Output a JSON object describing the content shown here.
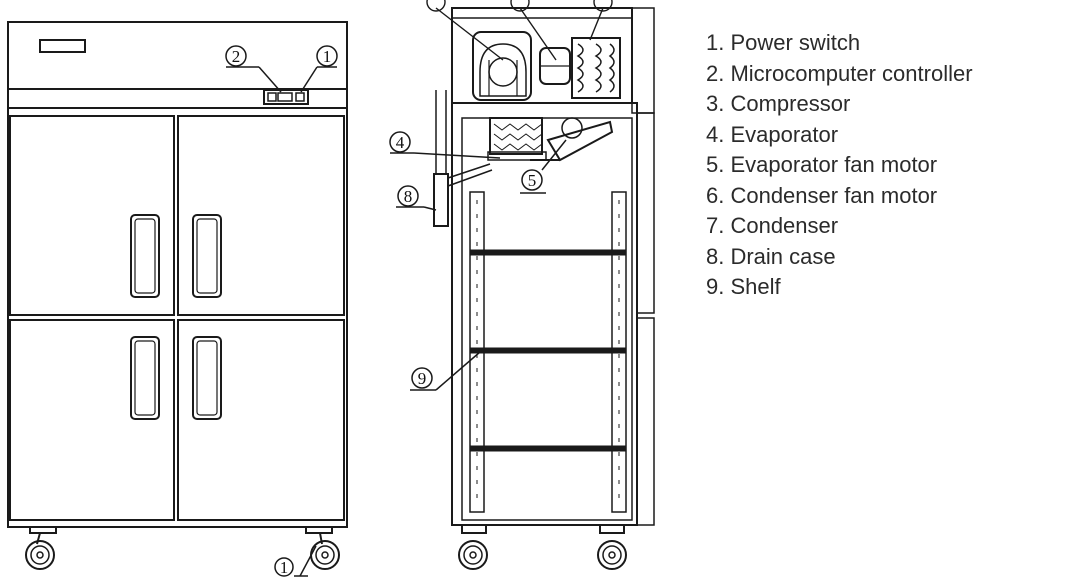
{
  "legend": [
    "1. Power switch",
    "2. Microcomputer controller",
    "3. Compressor",
    "4. Evaporator",
    "5. Evaporator fan motor",
    "6. Condenser fan motor",
    "7. Condenser",
    "8. Drain case",
    "9. Shelf"
  ],
  "callouts": {
    "front_power_switch": "1",
    "front_controller": "2",
    "front_caster_switch": "1",
    "side_evaporator": "4",
    "side_fan_motor": "5",
    "side_drain_case": "8",
    "side_shelf": "9"
  },
  "colors": {
    "line": "#1a1a1a",
    "legend_text": "#2b2b2b",
    "background": "#ffffff"
  }
}
